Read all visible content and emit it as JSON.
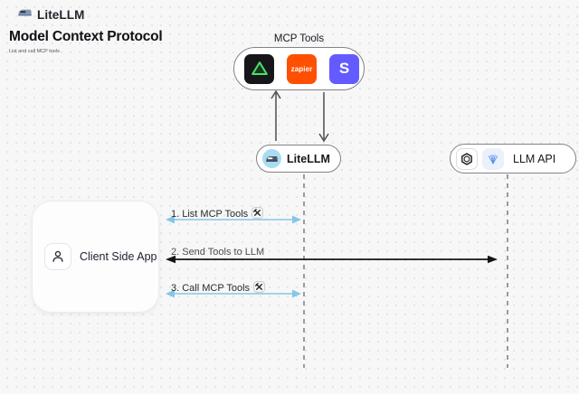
{
  "header": {
    "brand": "LiteLLM",
    "title": "Model Context Protocol",
    "subtitle": "List and call MCP tools"
  },
  "mcp_tools": {
    "label": "MCP Tools",
    "zapier_label": "zapier",
    "stripe_letter": "S"
  },
  "nodes": {
    "litellm": "LiteLLM",
    "llm_api": "LLM API",
    "client": "Client Side App"
  },
  "flows": [
    {
      "label": "1. List MCP Tools",
      "has_tools_icon": true,
      "color": "#85c6e8",
      "from": "client",
      "to": "litellm"
    },
    {
      "label": "2. Send Tools to LLM",
      "has_tools_icon": false,
      "color": "#151518",
      "from": "client",
      "to": "llm_api"
    },
    {
      "label": "3. Call MCP Tools",
      "has_tools_icon": true,
      "color": "#85c6e8",
      "from": "client",
      "to": "litellm"
    }
  ],
  "icons": {
    "brand": "train-icon",
    "tool_1": "green-triangle-tool-icon",
    "tool_2": "zapier-icon",
    "tool_3": "stripe-icon",
    "llm_provider_1": "openai-icon",
    "llm_provider_2": "blue-fan-provider-icon",
    "client": "person-icon",
    "flow_suffix": "hammer-wrench-icon"
  },
  "colors": {
    "background": "#f7f7f8",
    "accent_blue": "#85c6e8",
    "zapier_orange": "#ff4f00",
    "stripe_purple": "#635bff",
    "tool_green": "#4ae06a",
    "litellm_blue": "#a9dbf4",
    "line_gray": "#9b9b9f"
  }
}
